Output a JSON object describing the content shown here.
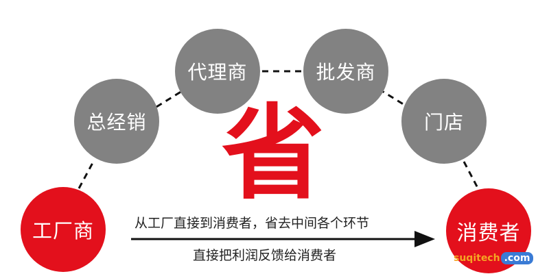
{
  "nodes": {
    "factory": "工厂商",
    "distributor": "总经销",
    "agent": "代理商",
    "wholesaler": "批发商",
    "store": "门店",
    "consumer": "消费者"
  },
  "center_char": "省",
  "captions": {
    "top": "从工厂直接到消费者，省去中间各个环节",
    "bottom": "直接把利润反馈给消费者"
  },
  "watermark": {
    "left": "suqitech",
    "right": ".com"
  },
  "colors": {
    "red": "#e3101c",
    "gray": "#828282",
    "text": "#222222"
  }
}
